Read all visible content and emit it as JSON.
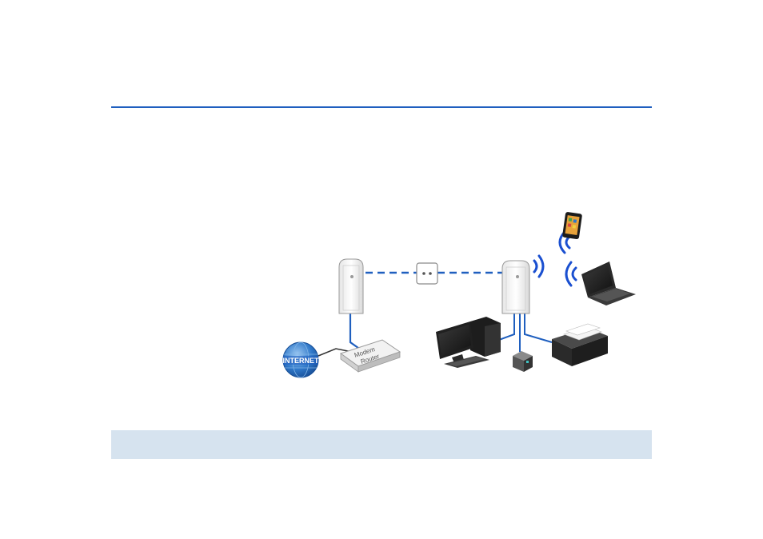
{
  "nodes": {
    "internet": {
      "label": "INTERNET"
    },
    "router": {
      "label_line1": "Modem",
      "label_line2": "Router"
    }
  },
  "colors": {
    "accent": "#1f5fbf",
    "wifi": "#1a4fd0",
    "footer_band": "#d6e3ef"
  }
}
